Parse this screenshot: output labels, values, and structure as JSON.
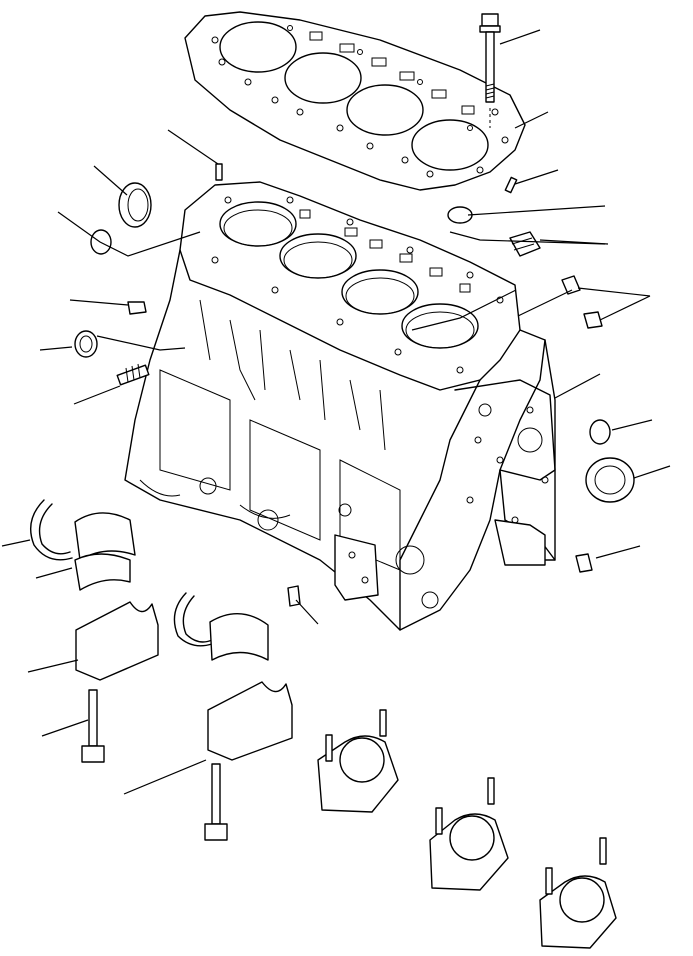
{
  "diagram": {
    "kind": "exploded-parts-view",
    "colors": {
      "line": "#000000",
      "background": "#ffffff"
    },
    "parts": [
      {
        "name": "head-gasket"
      },
      {
        "name": "head-bolt"
      },
      {
        "name": "dowel-pin"
      },
      {
        "name": "cylinder-block"
      },
      {
        "name": "expansion-plug-large"
      },
      {
        "name": "expansion-plug-small"
      },
      {
        "name": "oil-gallery-plug"
      },
      {
        "name": "hex-plug"
      },
      {
        "name": "stud"
      },
      {
        "name": "thrust-washer"
      },
      {
        "name": "main-bearing-shell"
      },
      {
        "name": "main-bearing-cap"
      },
      {
        "name": "main-cap-bolt"
      },
      {
        "name": "camshaft-bushing"
      },
      {
        "name": "seal-housing"
      },
      {
        "name": "drain-plug"
      }
    ]
  }
}
